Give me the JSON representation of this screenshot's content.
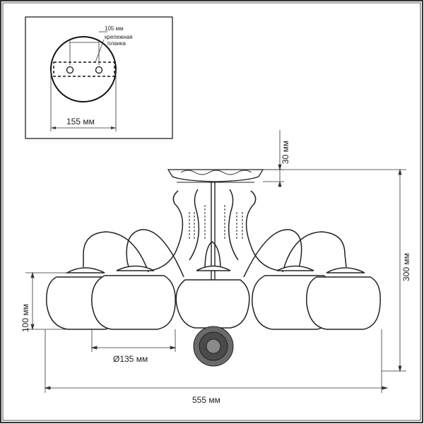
{
  "mount_plate": {
    "plate_width": "105 мм",
    "bracket_line1": "крепежная",
    "bracket_line2": "планка",
    "base_diameter": "155 мм"
  },
  "dimensions": {
    "canopy_height": "30 мм",
    "total_height": "300 мм",
    "shade_height": "100 мм",
    "shade_diameter": "Ø135 мм",
    "total_width": "555 мм"
  }
}
